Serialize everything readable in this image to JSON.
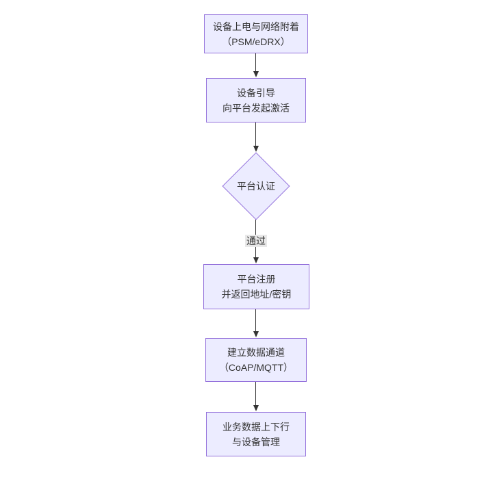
{
  "diagram": {
    "type": "flowchart",
    "direction": "top-down",
    "nodes": [
      {
        "id": "A",
        "shape": "rect",
        "lines": [
          "设备上电与网络附着",
          "（PSM/eDRX）"
        ]
      },
      {
        "id": "B",
        "shape": "rect",
        "lines": [
          "设备引导",
          "向平台发起激活"
        ]
      },
      {
        "id": "C",
        "shape": "diamond",
        "lines": [
          "平台认证"
        ]
      },
      {
        "id": "D",
        "shape": "rect",
        "lines": [
          "平台注册",
          "并返回地址/密钥"
        ]
      },
      {
        "id": "E",
        "shape": "rect",
        "lines": [
          "建立数据通道",
          "（CoAP/MQTT）"
        ]
      },
      {
        "id": "F",
        "shape": "rect",
        "lines": [
          "业务数据上下行",
          "与设备管理"
        ]
      }
    ],
    "edges": [
      {
        "from": "A",
        "to": "B",
        "label": ""
      },
      {
        "from": "B",
        "to": "C",
        "label": ""
      },
      {
        "from": "C",
        "to": "D",
        "label": "通过"
      },
      {
        "from": "D",
        "to": "E",
        "label": ""
      },
      {
        "from": "E",
        "to": "F",
        "label": ""
      }
    ],
    "colors": {
      "node_fill": "#ECECFF",
      "node_border": "#9370DB",
      "text": "#333333",
      "edge": "#333333",
      "edge_label_bg": "#e8e8e8",
      "background": "#ffffff"
    }
  }
}
